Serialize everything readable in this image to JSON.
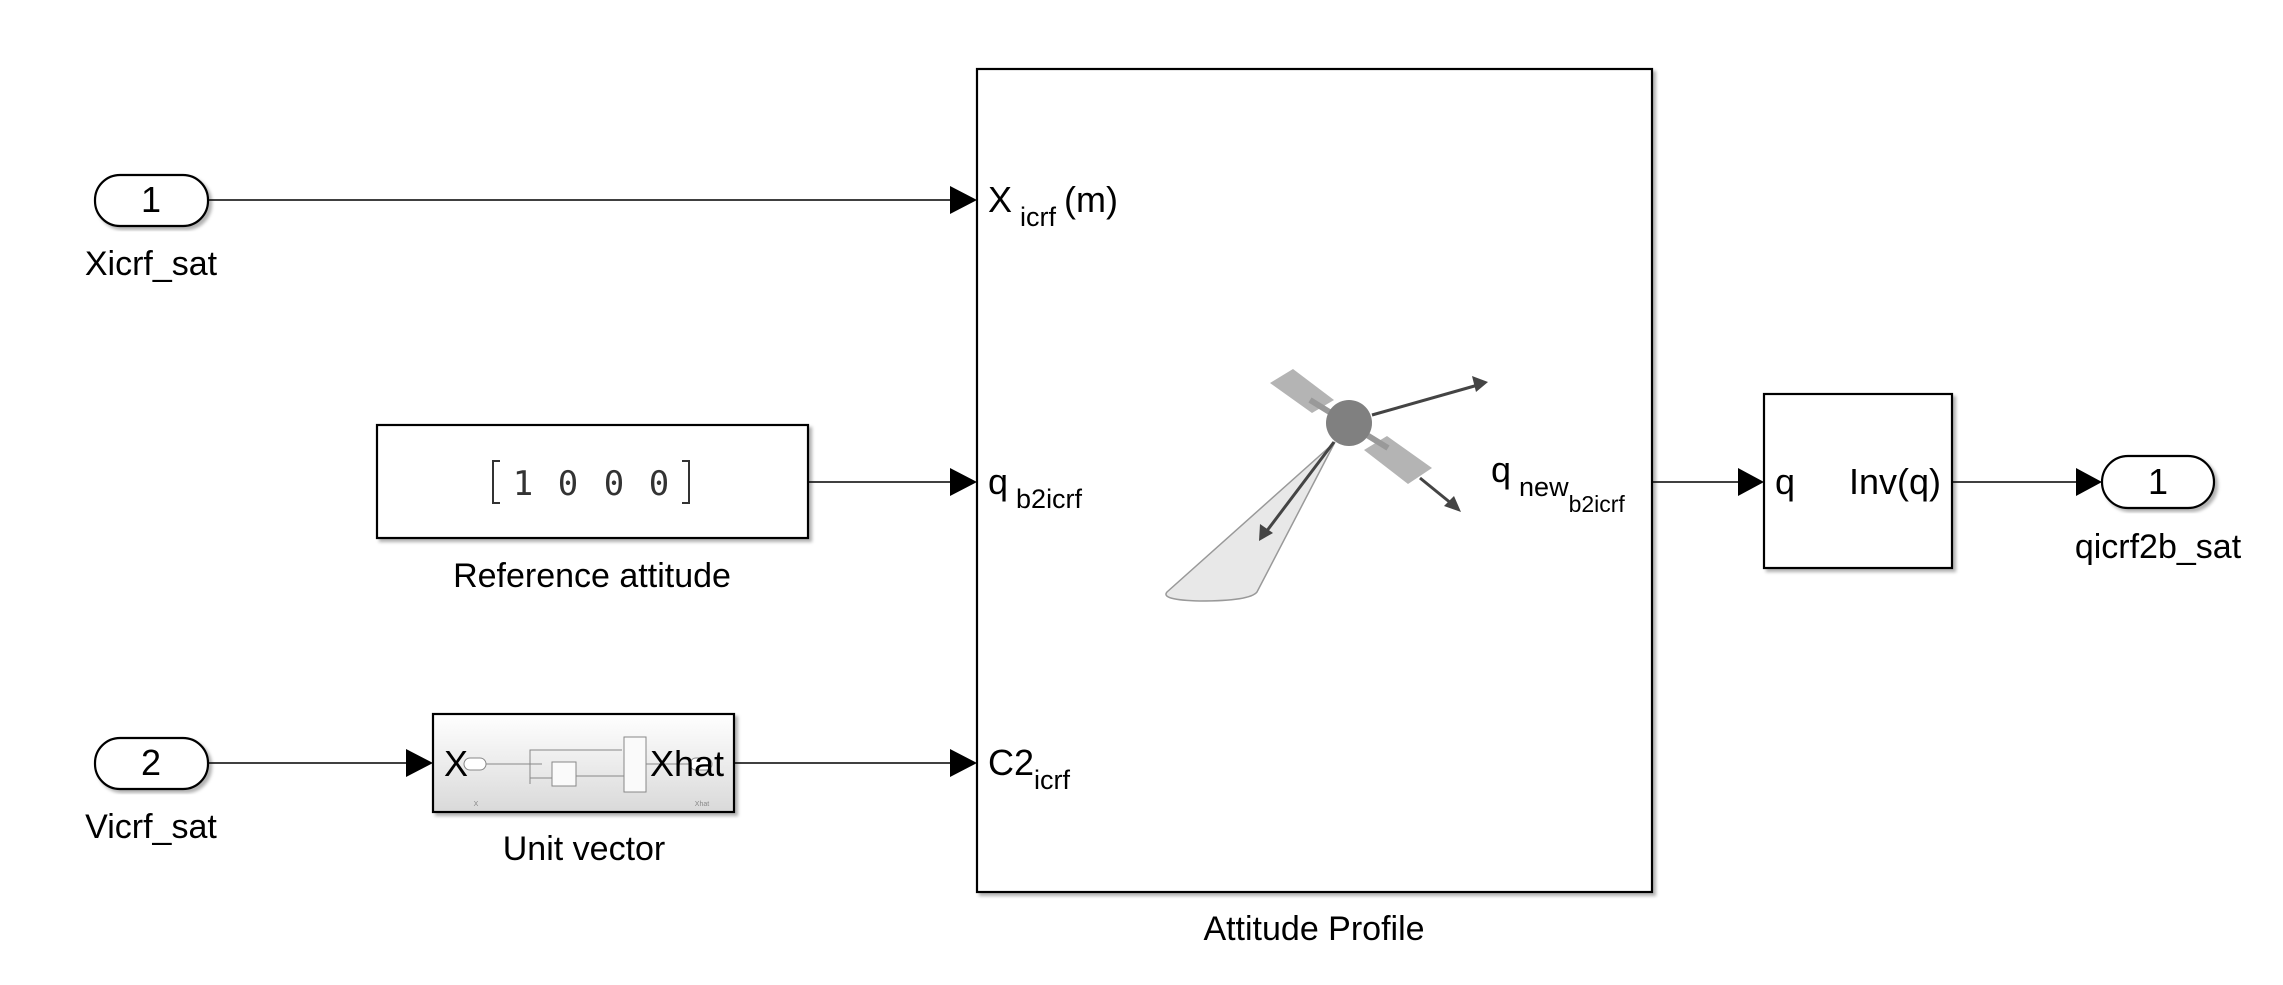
{
  "inports": [
    {
      "number": "1",
      "name": "Xicrf_sat"
    },
    {
      "number": "2",
      "name": "Vicrf_sat"
    }
  ],
  "constant": {
    "name": "Reference attitude",
    "values": [
      "1",
      "0",
      "0",
      "0"
    ]
  },
  "unit_vector": {
    "name": "Unit vector",
    "in_port": "X",
    "out_port": "Xhat",
    "inner_in": "X",
    "inner_out": "Xhat"
  },
  "attitude_profile": {
    "name": "Attitude Profile",
    "inputs": [
      {
        "main": "X",
        "sub": "icrf",
        "suffix": "(m)"
      },
      {
        "main": "q",
        "sub": "b2icrf"
      },
      {
        "main": "C2",
        "sub": "icrf"
      }
    ],
    "output": {
      "main": "q",
      "sub": "new",
      "subsub": "b2icrf"
    },
    "icon": "satellite-icon"
  },
  "inverse_block": {
    "in_port": "q",
    "out_port": "Inv(q)"
  },
  "outport": {
    "number": "1",
    "name": "qicrf2b_sat"
  }
}
